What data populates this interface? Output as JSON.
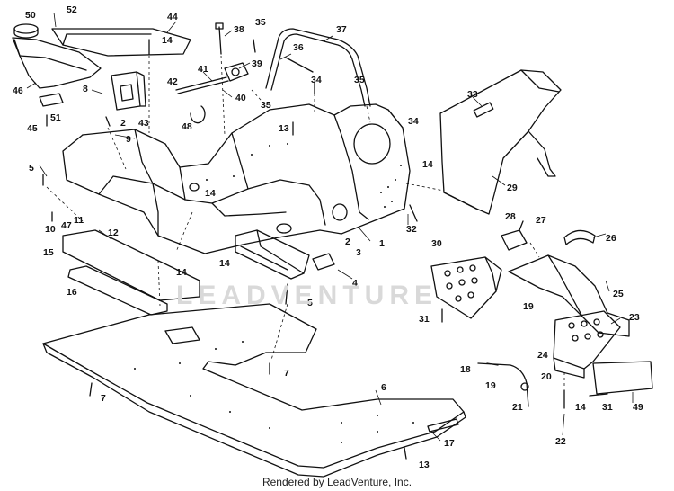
{
  "watermark": "LEADVENTURE",
  "footer": "Rendered by LeadVenture, Inc.",
  "callouts": {
    "c50": "50",
    "c52": "52",
    "c44": "44",
    "c14a": "14",
    "c38": "38",
    "c35a": "35",
    "c37": "37",
    "c36": "36",
    "c39": "39",
    "c41": "41",
    "c42": "42",
    "c40": "40",
    "c46": "46",
    "c8": "8",
    "c51": "51",
    "c43": "43",
    "c45": "45",
    "c2a": "2",
    "c48": "48",
    "c9": "9",
    "c35b": "35",
    "c34a": "34",
    "c35c": "35",
    "c13a": "13",
    "c33": "33",
    "c34b": "34",
    "c14b": "14",
    "c29": "29",
    "c5a": "5",
    "c14c": "14",
    "c12": "12",
    "c11": "11",
    "c47": "47",
    "c10": "10",
    "c15": "15",
    "c14d": "14",
    "c14e": "14",
    "c16": "16",
    "c2b": "2",
    "c3": "3",
    "c1": "1",
    "c32": "32",
    "c4": "4",
    "c5b": "5",
    "c28": "28",
    "c27": "27",
    "c26": "26",
    "c30": "30",
    "c25": "25",
    "c19a": "19",
    "c31a": "31",
    "c23": "23",
    "c24": "24",
    "c7a": "7",
    "c7b": "7",
    "c6": "6",
    "c18": "18",
    "c19b": "19",
    "c20": "20",
    "c21": "21",
    "c14f": "14",
    "c31b": "31",
    "c49": "49",
    "c22": "22",
    "c17": "17",
    "c13b": "13"
  }
}
